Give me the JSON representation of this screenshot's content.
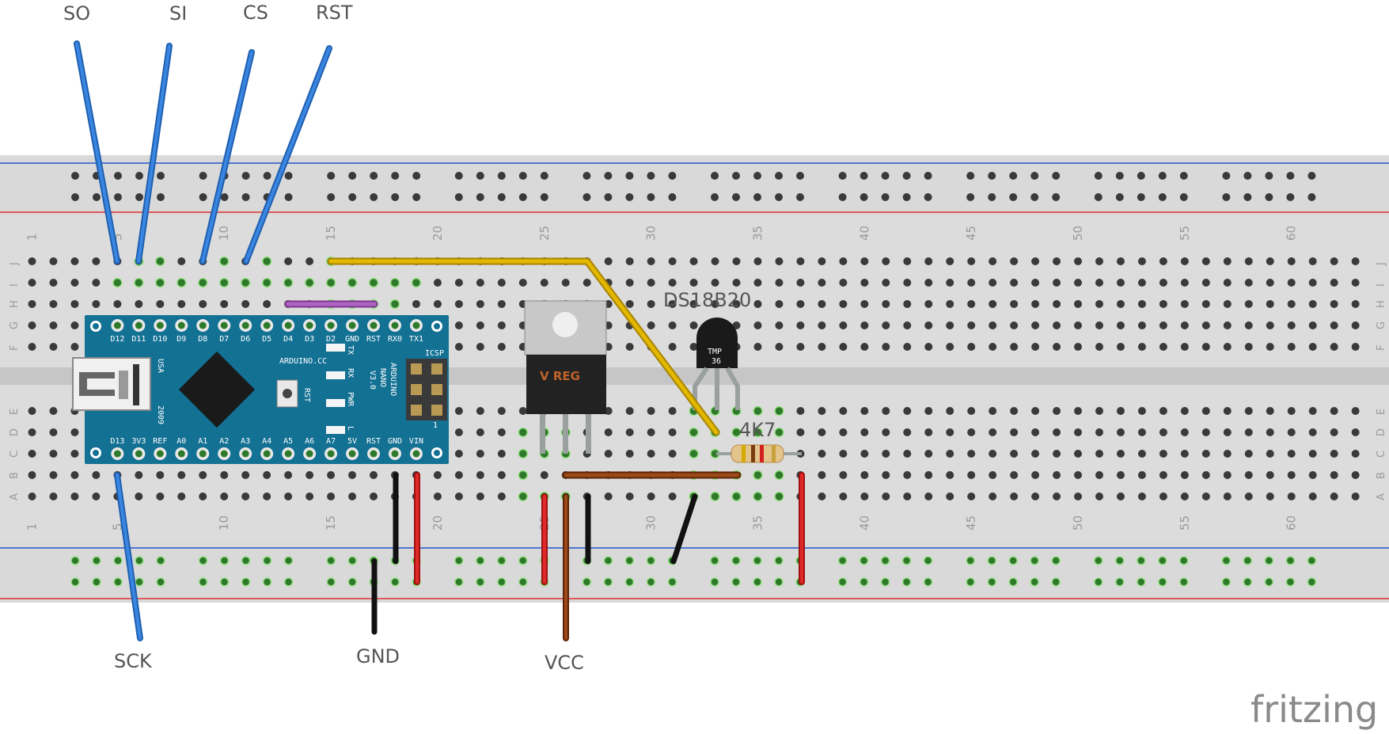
{
  "pin_labels": {
    "so": "SO",
    "si": "SI",
    "cs": "CS",
    "rst": "RST",
    "sck": "SCK",
    "gnd": "GND",
    "vcc": "VCC"
  },
  "components": {
    "sensor_name": "DS18B20",
    "sensor_body": [
      "TMP",
      "36"
    ],
    "resistor": "4K7",
    "vreg_text": "V REG"
  },
  "arduino": {
    "top_pins": [
      "D12",
      "D11",
      "D10",
      "D9",
      "D8",
      "D7",
      "D6",
      "D5",
      "D4",
      "D3",
      "D2",
      "GND",
      "RST",
      "RX0",
      "TX1"
    ],
    "bottom_pins": [
      "D13",
      "3V3",
      "REF",
      "A0",
      "A1",
      "A2",
      "A3",
      "A4",
      "A5",
      "A6",
      "A7",
      "5V",
      "RST",
      "GND",
      "VIN"
    ],
    "brand": "ARDUINO.CC",
    "model": [
      "ARDUINO",
      "NANO",
      "V3.0"
    ],
    "country": "USA",
    "year": "2009",
    "icsp": "ICSP",
    "rst_button": "RST",
    "leds": [
      "TX",
      "RX",
      "PWR",
      "L"
    ],
    "header_num": "1"
  },
  "breadboard": {
    "column_numbers": [
      "1",
      "5",
      "10",
      "15",
      "20",
      "25",
      "30",
      "35",
      "40",
      "45",
      "50",
      "55",
      "60"
    ],
    "rows_top": [
      "J",
      "I",
      "H",
      "G",
      "F"
    ],
    "rows_bottom": [
      "E",
      "D",
      "C",
      "B",
      "A"
    ]
  },
  "watermark": "fritzing",
  "colors": {
    "wire_blue": "#2a73d4",
    "wire_yellow": "#d6a800",
    "wire_purple": "#a54bb8",
    "wire_red": "#d21e1e",
    "wire_black": "#2d2d2d",
    "wire_brown": "#8b3a0f",
    "board": "#137194"
  }
}
